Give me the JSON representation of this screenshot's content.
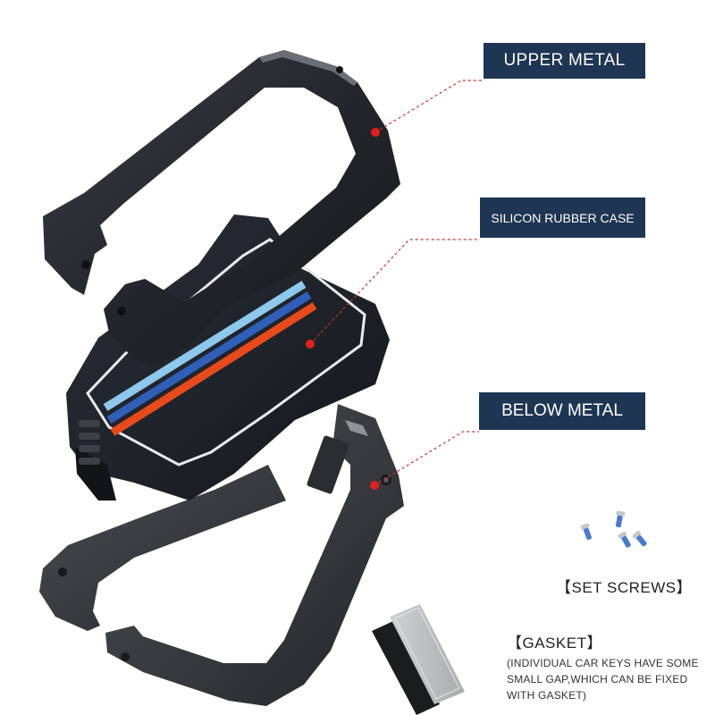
{
  "labels": {
    "upper_metal": "UPPER METAL",
    "silicon_rubber_case": "SILICON RUBBER CASE",
    "below_metal": "BELOW METAL",
    "set_screws": "【SET SCREWS】",
    "gasket": "【GASKET】",
    "gasket_note": "(INDIVIDUAL CAR KEYS HAVE SOME SMALL GAP,WHICH CAN BE FIXED WITH GASKET)"
  },
  "colors": {
    "label_background": "#1e3553",
    "label_text": "#ffffff",
    "marker_dot": "#e02020",
    "leader_line": "#d03030",
    "stripe_light_blue": "#8ec8ec",
    "stripe_blue": "#2f5fb8",
    "stripe_red": "#e84a1c"
  }
}
